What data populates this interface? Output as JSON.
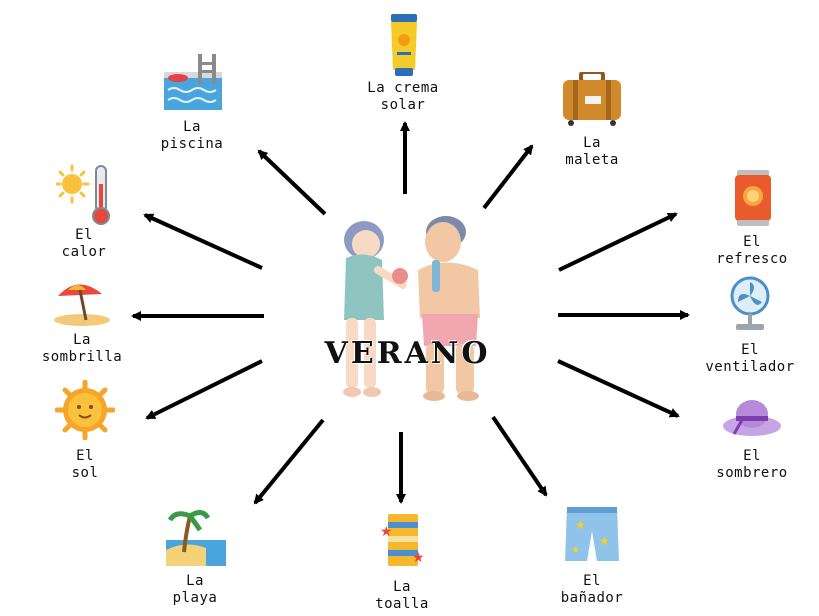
{
  "center": {
    "title": "VERANO",
    "illustration": "children-with-ice-cream"
  },
  "items": [
    {
      "id": "piscina",
      "line1": "La",
      "line2": "piscina",
      "icon": "pool-icon"
    },
    {
      "id": "crema",
      "line1": "La crema",
      "line2": "solar",
      "icon": "sunscreen-icon"
    },
    {
      "id": "maleta",
      "line1": "La",
      "line2": "maleta",
      "icon": "suitcase-icon"
    },
    {
      "id": "refresco",
      "line1": "El",
      "line2": "refresco",
      "icon": "soda-can-icon"
    },
    {
      "id": "ventilador",
      "line1": "El",
      "line2": "ventilador",
      "icon": "fan-icon"
    },
    {
      "id": "sombrero",
      "line1": "El",
      "line2": "sombrero",
      "icon": "hat-icon"
    },
    {
      "id": "banador",
      "line1": "El",
      "line2": "bañador",
      "icon": "swim-trunks-icon"
    },
    {
      "id": "toalla",
      "line1": "La",
      "line2": "toalla",
      "icon": "towel-icon"
    },
    {
      "id": "playa",
      "line1": "La",
      "line2": "playa",
      "icon": "beach-icon"
    },
    {
      "id": "sol",
      "line1": "El",
      "line2": "sol",
      "icon": "sun-icon"
    },
    {
      "id": "sombrilla",
      "line1": "La",
      "line2": "sombrilla",
      "icon": "umbrella-icon"
    },
    {
      "id": "calor",
      "line1": "El",
      "line2": "calor",
      "icon": "heat-thermometer-icon"
    }
  ],
  "colors": {
    "arrow": "#000000",
    "text": "#111111"
  }
}
